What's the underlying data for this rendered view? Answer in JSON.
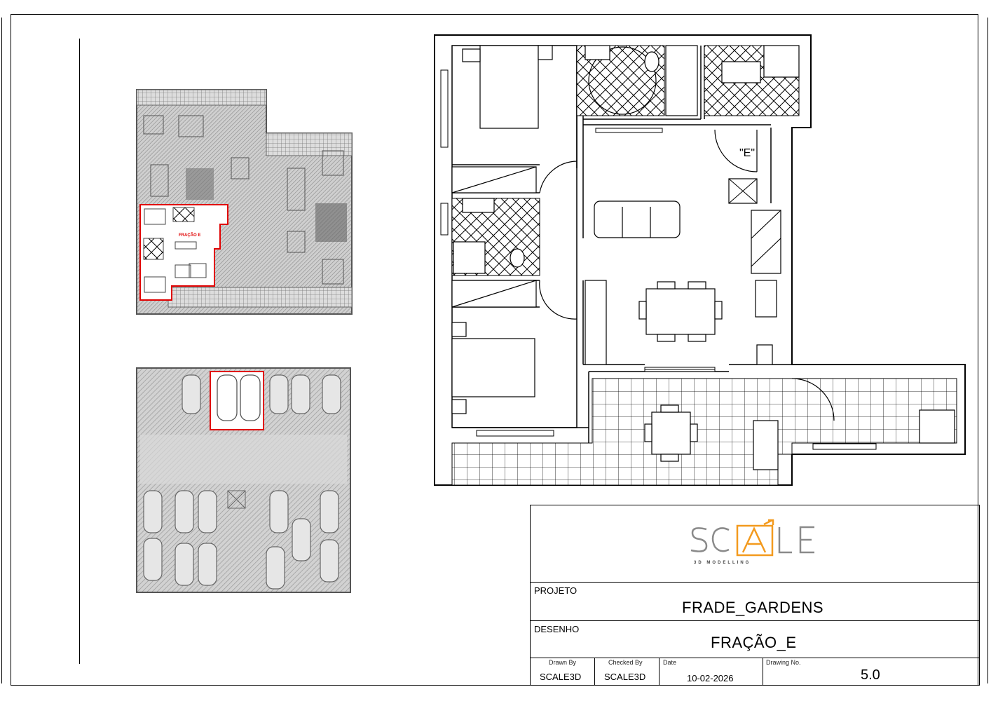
{
  "title_block": {
    "logo": {
      "letters": "SCALE",
      "tagline": "3D MODELLING",
      "accent_color": "#f39a1e",
      "text_color": "#8a8a8a"
    },
    "projeto_label": "PROJETO",
    "projeto_value": "FRADE_GARDENS",
    "desenho_label": "DESENHO",
    "desenho_value": "FRAÇÃO_E",
    "drawn_by_label": "Drawn By",
    "drawn_by_value": "SCALE3D",
    "checked_by_label": "Checked By",
    "checked_by_value": "SCALE3D",
    "date_label": "Date",
    "date_value": "10-02-2026",
    "drawing_no_label": "Drawing No.",
    "drawing_no_value": "5.0"
  },
  "key_plan": {
    "highlight_label": "FRAÇÃO E",
    "highlight_color": "#e00000"
  },
  "floor_plan": {
    "unit_marker": "\"E\""
  }
}
